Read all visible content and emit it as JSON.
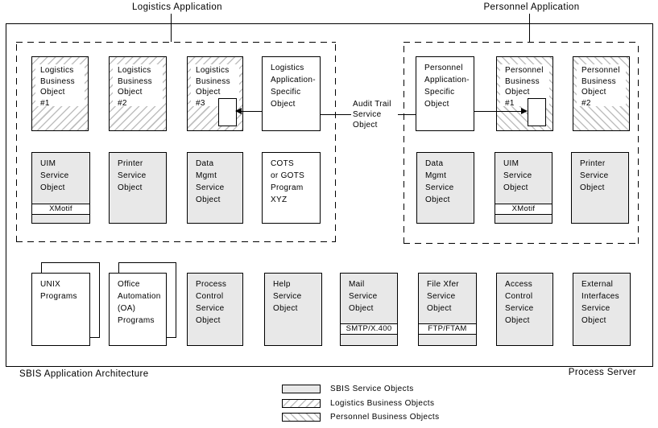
{
  "titles": {
    "logistics": "Logistics Application",
    "personnel": "Personnel Application"
  },
  "footer": {
    "architecture": "SBIS Application Architecture",
    "process_server": "Process Server"
  },
  "audit": {
    "label": "Audit Trail\nService\nObject"
  },
  "logistics": {
    "business_objects": [
      "Logistics\nBusiness\nObject\n#1",
      "Logistics\nBusiness\nObject\n#2",
      "Logistics\nBusiness\nObject\n#3"
    ],
    "app_specific": "Logistics\nApplication-\nSpecific\nObject",
    "services": [
      {
        "text": "UIM\nService\nObject",
        "band": "XMotif"
      },
      {
        "text": "Printer\nService\nObject"
      },
      {
        "text": "Data\nMgmt\nService\nObject"
      },
      {
        "text": "COTS\nor GOTS\nProgram\nXYZ"
      }
    ]
  },
  "personnel": {
    "app_specific": "Personnel\nApplication-\nSpecific\nObject",
    "business_objects": [
      "Personnel\nBusiness\nObject\n#1",
      "Personnel\nBusiness\nObject\n#2"
    ],
    "services": [
      {
        "text": "Data\nMgmt\nService\nObject"
      },
      {
        "text": "UIM\nService\nObject",
        "band": "XMotif"
      },
      {
        "text": "Printer\nService\nObject"
      }
    ]
  },
  "platform": {
    "programs": [
      "UNIX\nPrograms",
      "Office\nAutomation\n(OA)\nPrograms"
    ],
    "services": [
      {
        "text": "Process\nControl\nService\nObject"
      },
      {
        "text": "Help\nService\nObject"
      },
      {
        "text": "Mail\nService\nObject",
        "band": "SMTP/X.400"
      },
      {
        "text": "File Xfer\nService\nObject",
        "band": "FTP/FTAM"
      },
      {
        "text": "Access\nControl\nService\nObject"
      },
      {
        "text": "External\nInterfaces\nService\nObject"
      }
    ]
  },
  "legend": [
    {
      "label": "SBIS Service Objects",
      "swatch": "gray"
    },
    {
      "label": "Logistics Business Objects",
      "swatch": "hatch-forward"
    },
    {
      "label": "Personnel Business Objects",
      "swatch": "hatch-backward"
    }
  ],
  "colors": {
    "service_fill": "#e8e8e8",
    "hatch_line": "#bfbfbf",
    "line": "#000000",
    "background": "#ffffff"
  }
}
